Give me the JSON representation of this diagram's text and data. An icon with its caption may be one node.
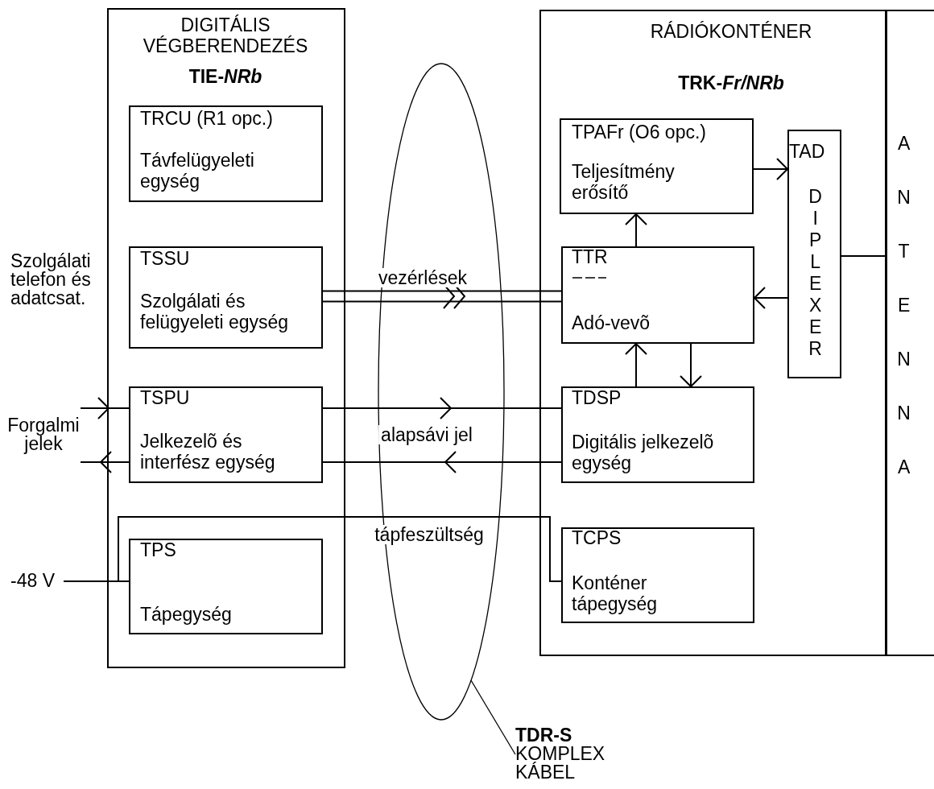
{
  "diagram": {
    "nodes": [
      {
        "text": [
          "DIGITÁLIS VÉGBERENDEZÉS",
          "TIE-*NRb*"
        ]
      },
      {
        "text": [
          "TRCU (R1 opc.)",
          "Távfelügyeleti egység"
        ],
        "in": 0
      },
      {
        "text": [
          "TSSU",
          "Szolgálati és felügyeleti egység"
        ],
        "in": 0
      },
      {
        "text": [
          "TSPU",
          "Jelkezelõ és interfész egység"
        ],
        "in": 0
      },
      {
        "text": [
          "TPS",
          "Tápegység"
        ],
        "in": 0
      },
      {
        "text": [
          "RÁDIÓKONTÉNER",
          "TRK-*Fr/NRb*"
        ]
      },
      {
        "text": [
          "TPAFr (O6 opc.)",
          "Teljesítmény erősítő"
        ],
        "in": 5
      },
      {
        "text": [
          "TTR",
          "Adó-vevõ"
        ],
        "in": 5
      },
      {
        "text": [
          "TAD",
          "DIPLEXER"
        ],
        "in": 5
      },
      {
        "text": [
          "TDSP",
          "Digitális jelkezelõ egység"
        ],
        "in": 5
      },
      {
        "text": [
          "TCPS",
          "Konténer tápegység"
        ],
        "in": 5
      },
      {
        "text": [
          "ANTENNA"
        ]
      },
      {
        "text": [
          "-48 V"
        ]
      },
      {
        "text": [
          "TDR-S",
          "KOMPLEX KÁBEL"
        ]
      },
      {
        "text": [
          "Forgalmi jelek"
        ]
      }
    ],
    "edges": [
      {
        "from": 2,
        "to": 7,
        "arrow": "none",
        "label": "vezérlések"
      },
      {
        "from": 3,
        "to": 9,
        "arrow": "to",
        "label": "alapsávi jel"
      },
      {
        "from": 9,
        "to": 3,
        "arrow": "to"
      },
      {
        "from": 14,
        "to": 3,
        "arrow": "to"
      },
      {
        "from": 3,
        "to": 14,
        "arrow": "to"
      },
      {
        "from": 12,
        "to": 4,
        "arrow": "none"
      },
      {
        "from": 4,
        "to": 10,
        "arrow": "none",
        "label": "tápfeszültség"
      },
      {
        "from": 7,
        "to": 6,
        "arrow": "to"
      },
      {
        "from": 6,
        "to": 8,
        "arrow": "to"
      },
      {
        "from": 8,
        "to": 7,
        "arrow": "to"
      },
      {
        "from": 9,
        "to": 7,
        "arrow": "to"
      },
      {
        "from": 7,
        "to": 9,
        "arrow": "to"
      },
      {
        "from": 8,
        "to": 11,
        "arrow": "none"
      },
      {
        "from": 13,
        "to": null,
        "arrow": "none"
      }
    ],
    "labels": [
      "Szolgálati telefon és adatcsat."
    ]
  }
}
